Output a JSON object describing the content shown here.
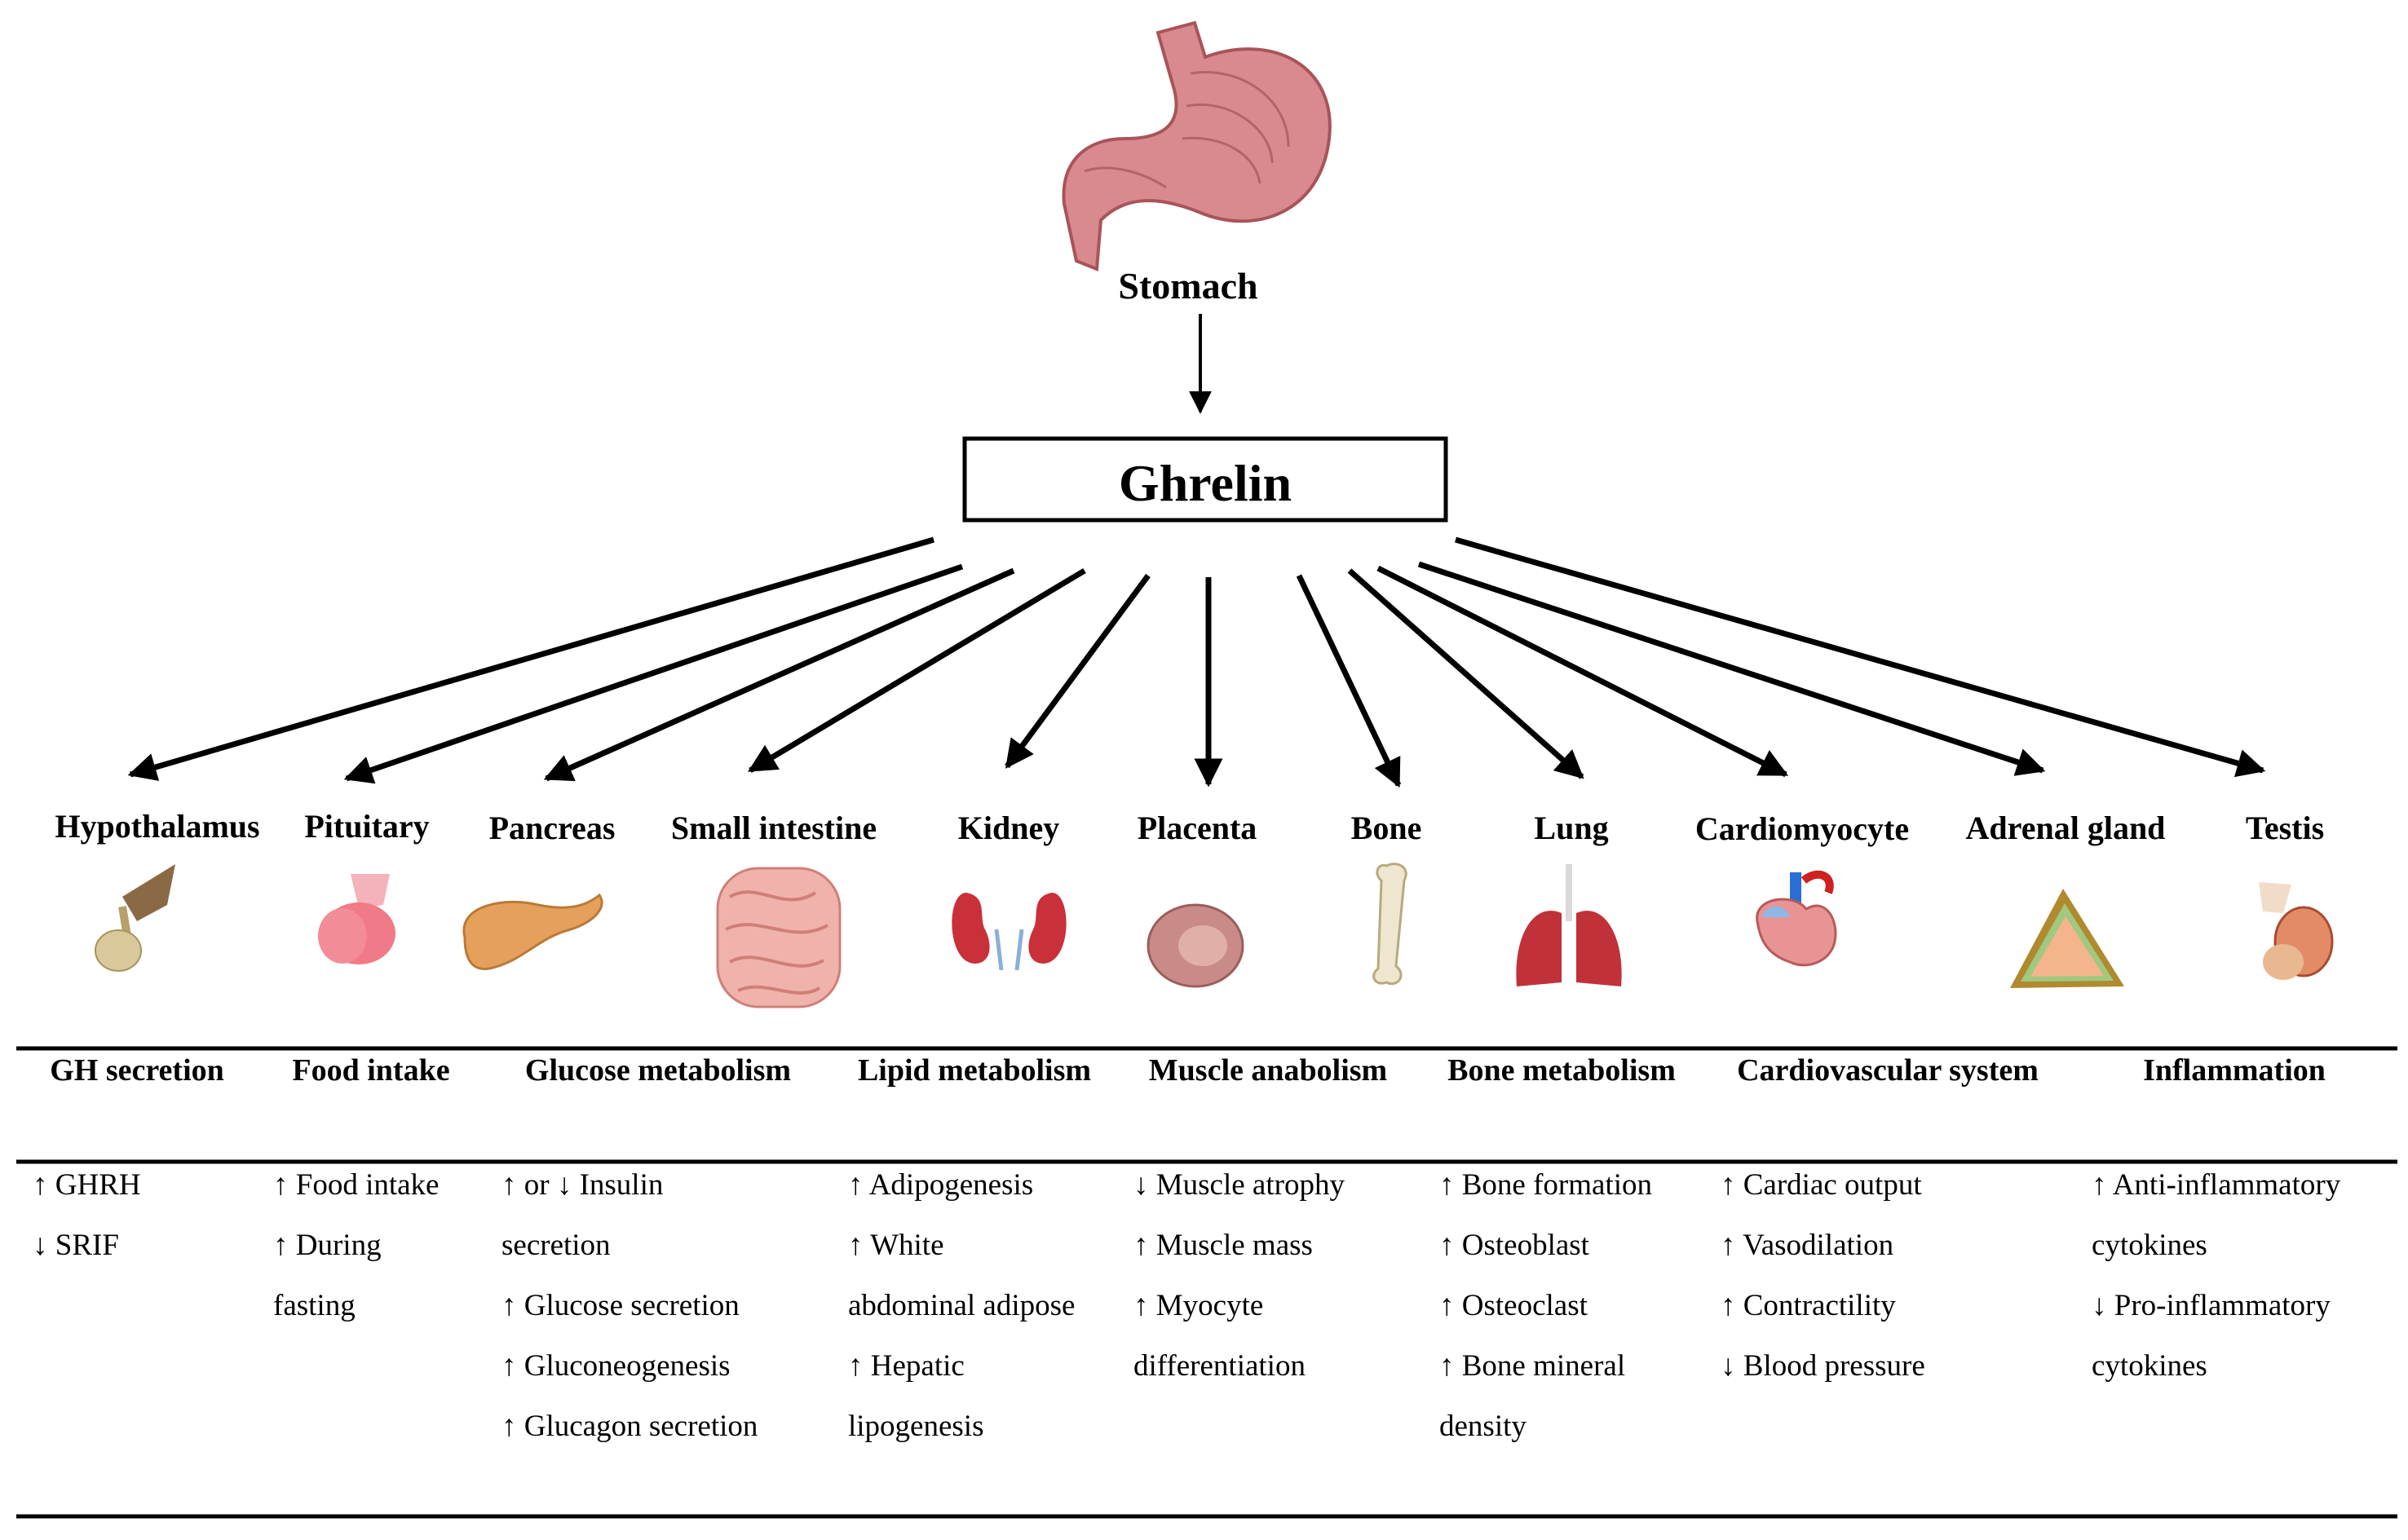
{
  "stomach_label": "Stomach",
  "hormone_label": "Ghrelin",
  "arrow_glyphs": {
    "up": "↑",
    "down": "↓"
  },
  "targets": [
    {
      "label": "Hypothalamus",
      "icon": "hypothalamus-icon"
    },
    {
      "label": "Pituitary",
      "icon": "pituitary-icon"
    },
    {
      "label": "Pancreas",
      "icon": "pancreas-icon"
    },
    {
      "label": "Small intestine",
      "icon": "small-intestine-icon"
    },
    {
      "label": "Kidney",
      "icon": "kidney-icon"
    },
    {
      "label": "Placenta",
      "icon": "placenta-icon"
    },
    {
      "label": "Bone",
      "icon": "bone-icon"
    },
    {
      "label": "Lung",
      "icon": "lung-icon"
    },
    {
      "label": "Cardiomyocyte",
      "icon": "heart-icon"
    },
    {
      "label": "Adrenal gland",
      "icon": "adrenal-gland-icon"
    },
    {
      "label": "Testis",
      "icon": "testis-icon"
    }
  ],
  "table": {
    "columns": [
      {
        "header": "GH secretion",
        "lines": [
          "↑ GHRH",
          "↓ SRIF"
        ]
      },
      {
        "header": "Food intake",
        "lines": [
          "↑ Food intake",
          "↑ During",
          "fasting"
        ]
      },
      {
        "header": "Glucose metabolism",
        "lines": [
          "↑ or ↓ Insulin",
          "secretion",
          "↑ Glucose secretion",
          "↑ Gluconeogenesis",
          "↑ Glucagon secretion"
        ]
      },
      {
        "header": "Lipid metabolism",
        "lines": [
          "↑ Adipogenesis",
          "↑ White",
          "abdominal adipose",
          "↑ Hepatic",
          "lipogenesis"
        ]
      },
      {
        "header": "Muscle anabolism",
        "lines": [
          "↓ Muscle atrophy",
          "↑ Muscle mass",
          "↑ Myocyte",
          "differentiation"
        ]
      },
      {
        "header": "Bone metabolism",
        "lines": [
          "↑ Bone formation",
          "↑ Osteoblast",
          "↑ Osteoclast",
          "↑ Bone mineral",
          "density"
        ]
      },
      {
        "header": "Cardiovascular system",
        "lines": [
          "↑ Cardiac output",
          "↑ Vasodilation",
          "↑ Contractility",
          "↓ Blood pressure"
        ]
      },
      {
        "header": "Inflammation",
        "lines": [
          "↑ Anti-inflammatory",
          "cytokines",
          "↓ Pro-inflammatory",
          "cytokines"
        ]
      }
    ]
  },
  "colors": {
    "stomach": "#d98a8e",
    "stomach_dark": "#a8545a",
    "kidney": "#c9303a",
    "lung": "#c0313a",
    "pituitary": "#f07a87",
    "pancreas": "#e5a15c",
    "intestine": "#f0b3ac",
    "bone": "#efe6cf",
    "placenta": "#c98b88",
    "adrenal_outer": "#b08a2e",
    "adrenal_mid": "#a0c880",
    "adrenal_inner": "#f4b58c",
    "heart": "#e89494",
    "testis": "#e38a66"
  }
}
